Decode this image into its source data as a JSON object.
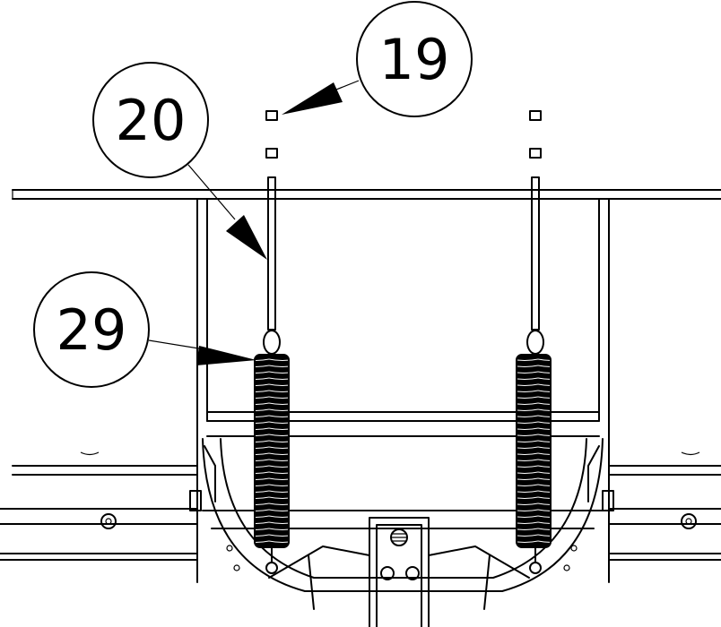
{
  "callouts": [
    {
      "id": "19",
      "label": "19"
    },
    {
      "id": "20",
      "label": "20"
    },
    {
      "id": "29",
      "label": "29"
    }
  ],
  "colors": {
    "line": "#000000",
    "background": "#ffffff"
  }
}
